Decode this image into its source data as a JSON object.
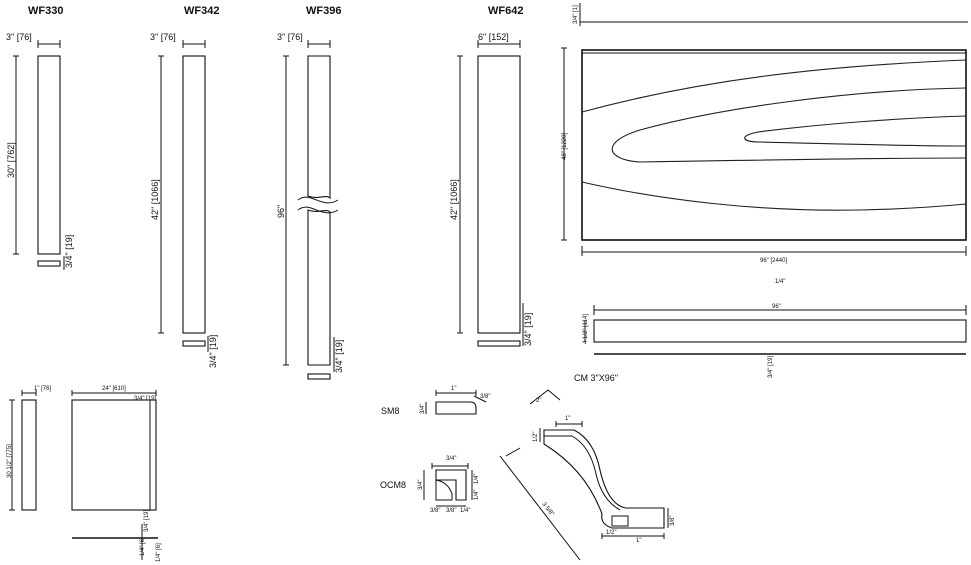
{
  "labels": {
    "wf330": "WF330",
    "wf342": "WF342",
    "wf396": "WF396",
    "wf642": "WF642",
    "sm8": "SM8",
    "ocm8": "OCM8",
    "cm": "CM 3\"X96\""
  },
  "dims": {
    "wf330_w": "3\" [76]",
    "wf330_h": "30\" [762]",
    "wf330_t": "3/4\" [19]",
    "wf342_w": "3\" [76]",
    "wf342_h": "42\" [1066]",
    "wf342_t": "3/4\" [19]",
    "wf396_w": "3\" [76]",
    "wf396_h": "96\"",
    "wf396_t": "3/4\" [19]",
    "wf642_w": "6\" [152]",
    "wf642_h": "42\" [1066]",
    "wf642_t": "3/4\" [19]",
    "panel_top": "3/4\" [1]",
    "panel_h": "48\" [1220]",
    "panel_w": "96\" [2440]",
    "panel_note": "1/4\"",
    "strip_w": "96\"",
    "strip_h": "4 1/2\" [114]",
    "strip_t": "3/4\" [19]",
    "sheet_t": "1\" [76]",
    "sheet_w": "24\" [610]",
    "sheet_h": "30 1/2\" [775]",
    "sheet_edge": "3/4\" [19]",
    "sheet_t2": "3/4\" [19]",
    "sheet_t3": "1/4\" [6]",
    "sheet_t4": "1/4\" [6]",
    "sm8_w": "1\"",
    "sm8_h": "3/4\"",
    "sm8_c": "3/8\"",
    "ocm8_a": "3/4\"",
    "ocm8_b": "1/4\"",
    "ocm8_c": "3/4\"",
    "ocm8_d": "1/4\"",
    "ocm8_e": "3/8\"",
    "ocm8_f": "3/8\"",
    "ocm8_g": "1/4\"",
    "cm_a": "2\"",
    "cm_b": "1\"",
    "cm_c": "1/2\"",
    "cm_diag": "3 5/8\"",
    "cm_d": "1/2\"",
    "cm_e": "1\"",
    "cm_f": "3/8\""
  }
}
